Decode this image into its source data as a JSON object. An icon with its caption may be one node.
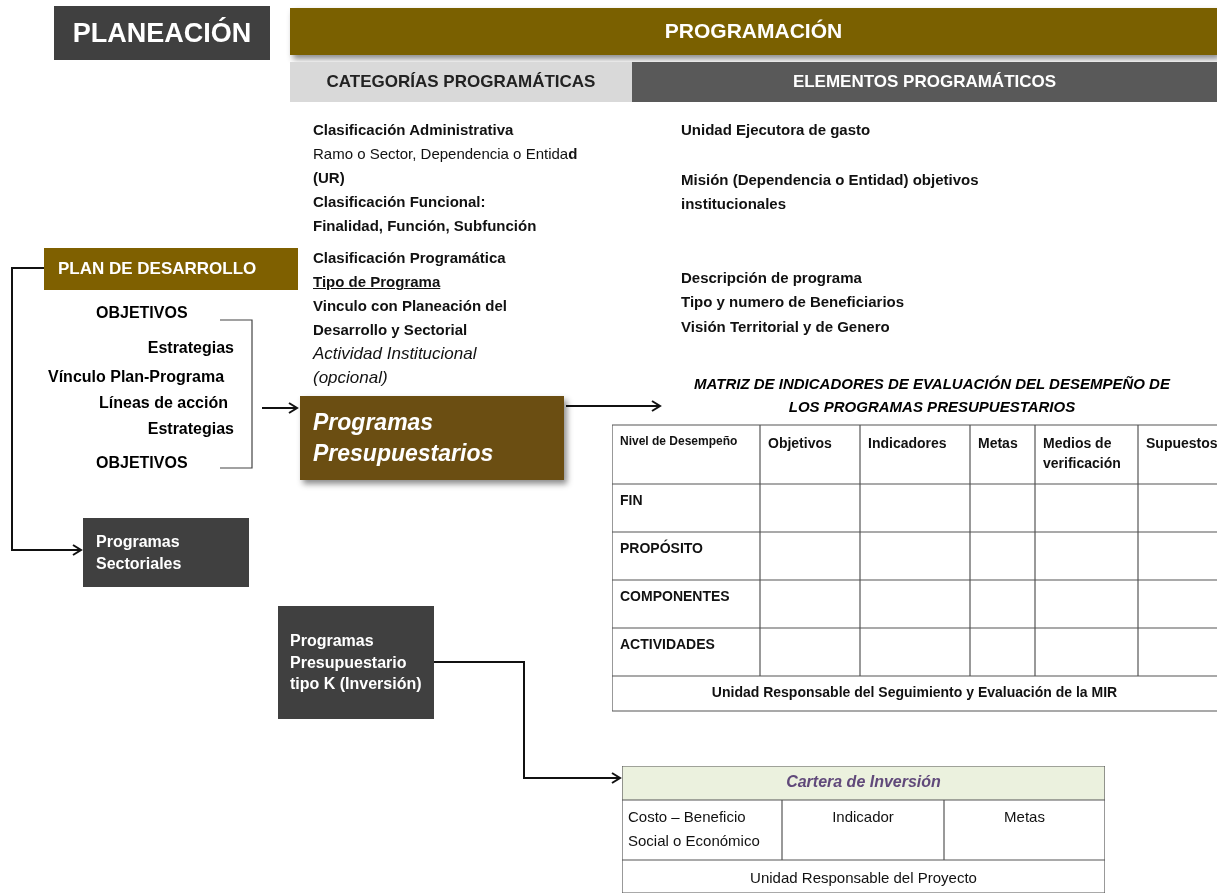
{
  "diagram": {
    "nodes": [
      {
        "text": [
          "PLANEACIÓN"
        ]
      },
      {
        "text": [
          "PROGRAMACIÓN"
        ]
      },
      {
        "text": [
          "CATEGORÍAS PROGRAMÁTICAS"
        ]
      },
      {
        "text": [
          "ELEMENTOS PROGRAMÁTICOS"
        ]
      },
      {
        "text": [
          "PLAN DE DESARROLLO"
        ]
      },
      {
        "text": [
          "OBJETIVOS",
          "Estrategias",
          "Vínculo Plan-Programa",
          "Líneas de acción",
          "Estrategias",
          "OBJETIVOS"
        ]
      },
      {
        "text": [
          "Programas Presupuestarios"
        ]
      },
      {
        "text": [
          "Programas Sectoriales"
        ]
      },
      {
        "text": [
          "Programas Presupuestario tipo K (Inversión)"
        ]
      },
      {
        "text": [
          "MATRIZ DE INDICADORES DE EVALUACIÓN DEL DESEMPEÑO DE LOS PROGRAMAS PRESUPUESTARIOS"
        ]
      },
      {
        "text": [
          "Cartera de Inversión"
        ]
      }
    ],
    "edges": [
      {
        "from": 4,
        "to": 7,
        "arrow": "to"
      },
      {
        "from": 5,
        "to": 6,
        "arrow": "to"
      },
      {
        "from": 6,
        "to": 9,
        "arrow": "to"
      },
      {
        "from": 8,
        "to": 10,
        "arrow": "to"
      }
    ],
    "labels": [
      "Clasificación Administrativa",
      "Ramo o Sector, Dependencia o Entida**d** **(UR)**",
      "Clasificación Funcional:",
      "Finalidad, Función,  Subfunción",
      "Clasificación Programática",
      "Tipo de Programa",
      "Vinculo con  Planeación del Desarrollo y Sectorial",
      "Actividad Institucional (opcional)",
      "Unidad  Ejecutora de gasto",
      "Misión (Dependencia o Entidad) objetivos institucionales",
      "Descripción de programa",
      "Tipo y numero de Beneficiarios",
      "Visión Territorial  y de Genero",
      "Nivel de Desempeño",
      "Objetivos",
      "Indicadores",
      "Metas",
      "Medios de verificación",
      "Supuestos",
      "FIN",
      "PROPÓSITO",
      "COMPONENTES",
      "ACTIVIDADES",
      "Unidad Responsable del Seguimiento y Evaluación de la MIR",
      "Costo – Beneficio Social o Económico",
      "Indicador",
      "Metas",
      "Unidad Responsable del Proyecto"
    ]
  }
}
